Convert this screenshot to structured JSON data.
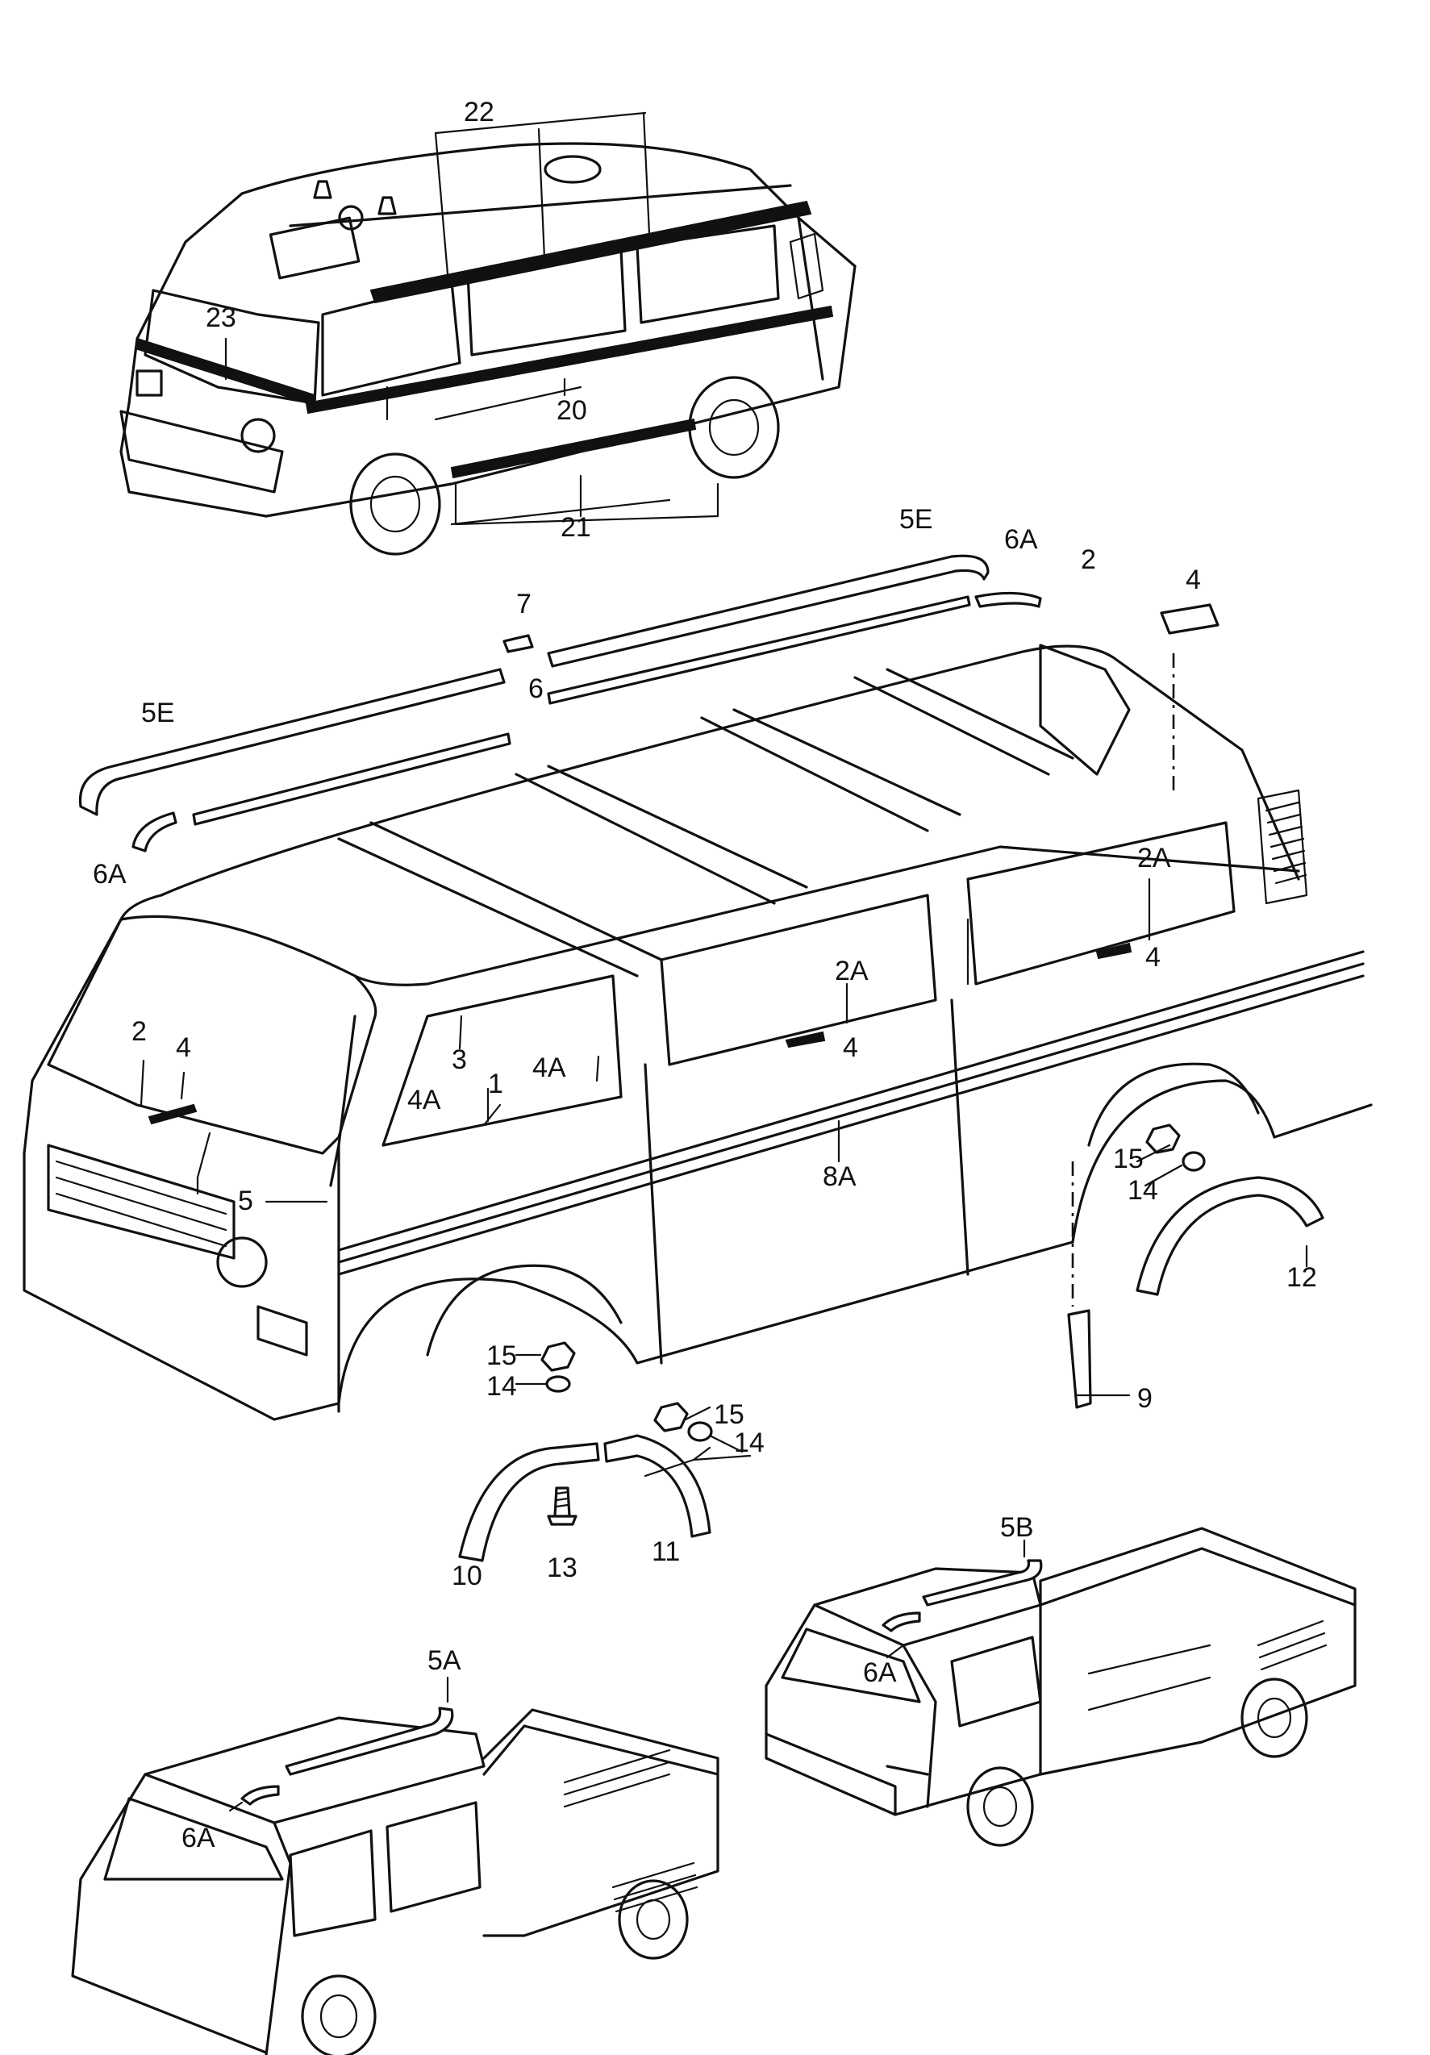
{
  "callouts": {
    "c22": "22",
    "c23": "23",
    "c20": "20",
    "c21": "21",
    "c5E_top": "5E",
    "c6A_top": "6A",
    "c2_top": "2",
    "c4_top": "4",
    "c7": "7",
    "c5E_left": "5E",
    "c6": "6",
    "c6A_left": "6A",
    "c2A_rear": "2A",
    "c4_rear": "4",
    "c2A_mid": "2A",
    "c4_mid": "4",
    "c2_front": "2",
    "c4_front": "4",
    "c3": "3",
    "c4A_left": "4A",
    "c1": "1",
    "c4A_right": "4A",
    "c5": "5",
    "c8A": "8A",
    "c15_rear": "15",
    "c14_rear": "14",
    "c12": "12",
    "c9": "9",
    "c15_front": "15",
    "c14_front": "14",
    "c15_r": "15",
    "c14_r": "14",
    "c10": "10",
    "c13": "13",
    "c11": "11",
    "c5B": "5B",
    "c6A_pickup": "6A",
    "c5A": "5A",
    "c6A_dbl": "6A"
  }
}
